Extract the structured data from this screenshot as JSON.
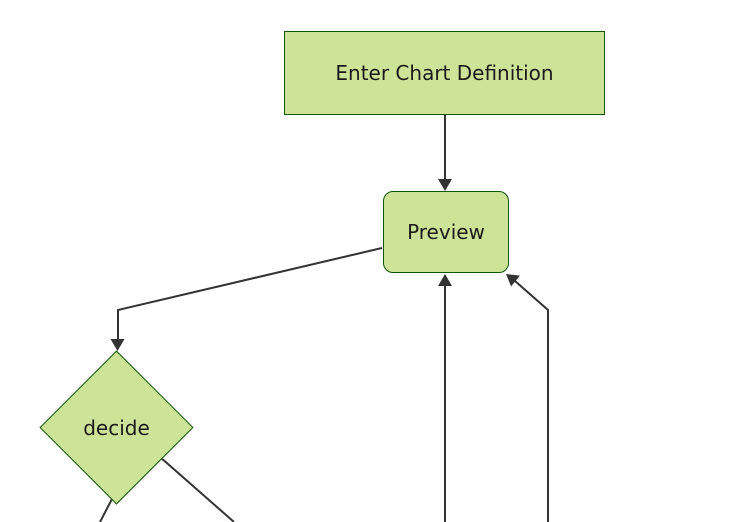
{
  "diagram": {
    "type": "flowchart",
    "direction": "top-down",
    "nodes": [
      {
        "id": "enter",
        "label": "Enter Chart Definition",
        "shape": "rectangle"
      },
      {
        "id": "preview",
        "label": "Preview",
        "shape": "rounded-rectangle"
      },
      {
        "id": "decide",
        "label": "decide",
        "shape": "diamond"
      }
    ],
    "edges": [
      {
        "from": "Enter Chart Definition",
        "to": "Preview",
        "arrowhead": true,
        "direction": "down"
      },
      {
        "from": "Preview",
        "to": "decide",
        "arrowhead": true,
        "direction": "down-left"
      },
      {
        "from": "decide",
        "to": "offscreen-bottom-left",
        "arrowhead": false,
        "direction": "down"
      },
      {
        "from": "decide",
        "to": "offscreen-bottom-right",
        "arrowhead": false,
        "direction": "down-right"
      },
      {
        "from": "offscreen-bottom",
        "to": "Preview",
        "arrowhead": true,
        "direction": "up"
      },
      {
        "from": "offscreen-bottom-right",
        "to": "Preview",
        "arrowhead": true,
        "direction": "up-left"
      }
    ],
    "colors": {
      "node_fill": "#cde498",
      "node_border": "#13540c",
      "edge_stroke": "#333333",
      "arrowhead": "#333333",
      "text": "#1a1a1a",
      "background": "#ffffff"
    }
  }
}
